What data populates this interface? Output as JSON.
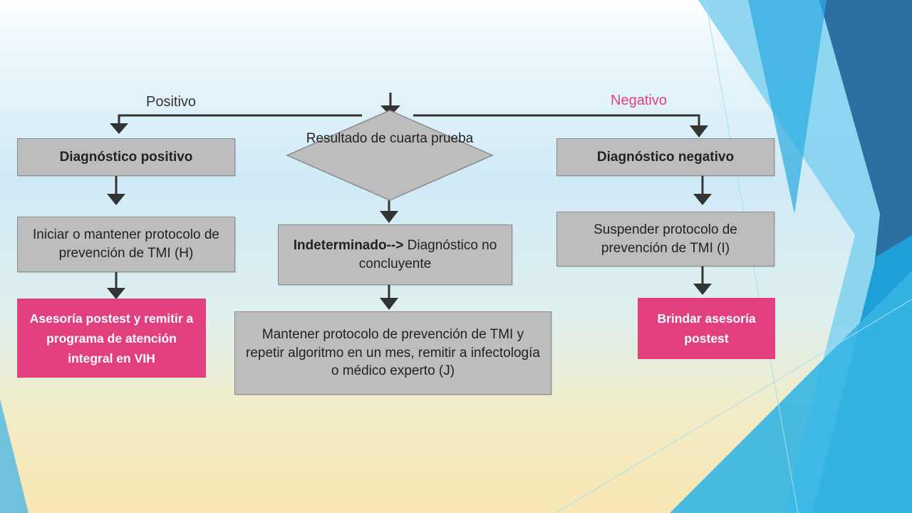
{
  "labels": {
    "positive": "Positivo",
    "negative": "Negativo"
  },
  "nodes": {
    "decision": "Resultado de cuarta prueba",
    "dx_positive": "Diagnóstico positivo",
    "dx_negative": "Diagnóstico negativo",
    "start_protocol": "Iniciar o mantener protocolo de prevención de TMI (H)",
    "indeterminate_bold": "Indeterminado-->",
    "indeterminate_rest": " Diagnóstico no concluyente",
    "suspend_protocol": "Suspender protocolo de prevención de TMI (I)",
    "counsel_positive": "Asesoría postest y remitir a programa de atención integral en VIH",
    "maintain_protocol": "Mantener protocolo de prevención de TMI y repetir algoritmo en un mes, remitir a infectología o médico experto (J)",
    "counsel_negative": "Brindar asesoría postest"
  },
  "colors": {
    "box_gray": "#bdbdbd",
    "box_pink": "#e23f7e",
    "negative_label": "#e23f7e",
    "arrow": "#333333"
  }
}
